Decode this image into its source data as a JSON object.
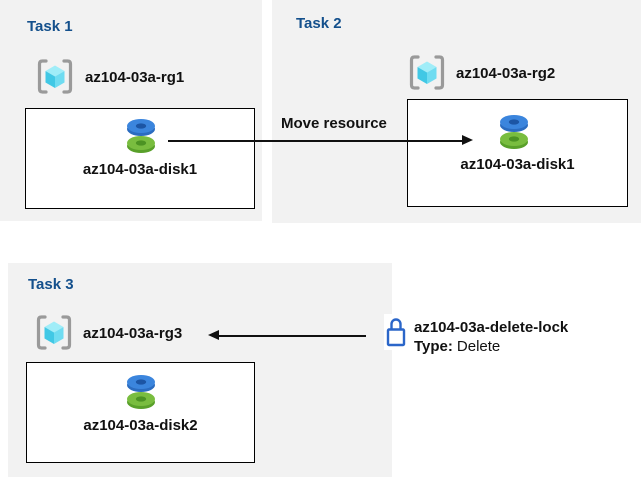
{
  "diagram": {
    "tasks": [
      {
        "title": "Task 1",
        "resource_group": "az104-03a-rg1",
        "disk": "az104-03a-disk1"
      },
      {
        "title": "Task 2",
        "resource_group": "az104-03a-rg2",
        "disk": "az104-03a-disk1"
      },
      {
        "title": "Task 3",
        "resource_group": "az104-03a-rg3",
        "disk": "az104-03a-disk2"
      }
    ],
    "move_arrow_label": "Move resource",
    "lock": {
      "name": "az104-03a-delete-lock",
      "type_label": "Type:",
      "type_value": "Delete"
    },
    "colors": {
      "panel_bg": "#f2f2f2",
      "title_blue": "#14508c",
      "lock_blue": "#2b66c9",
      "disk_blue": "#3b85dd",
      "disk_green": "#79bd3f",
      "cube_cyan": "#50d2ec"
    }
  }
}
